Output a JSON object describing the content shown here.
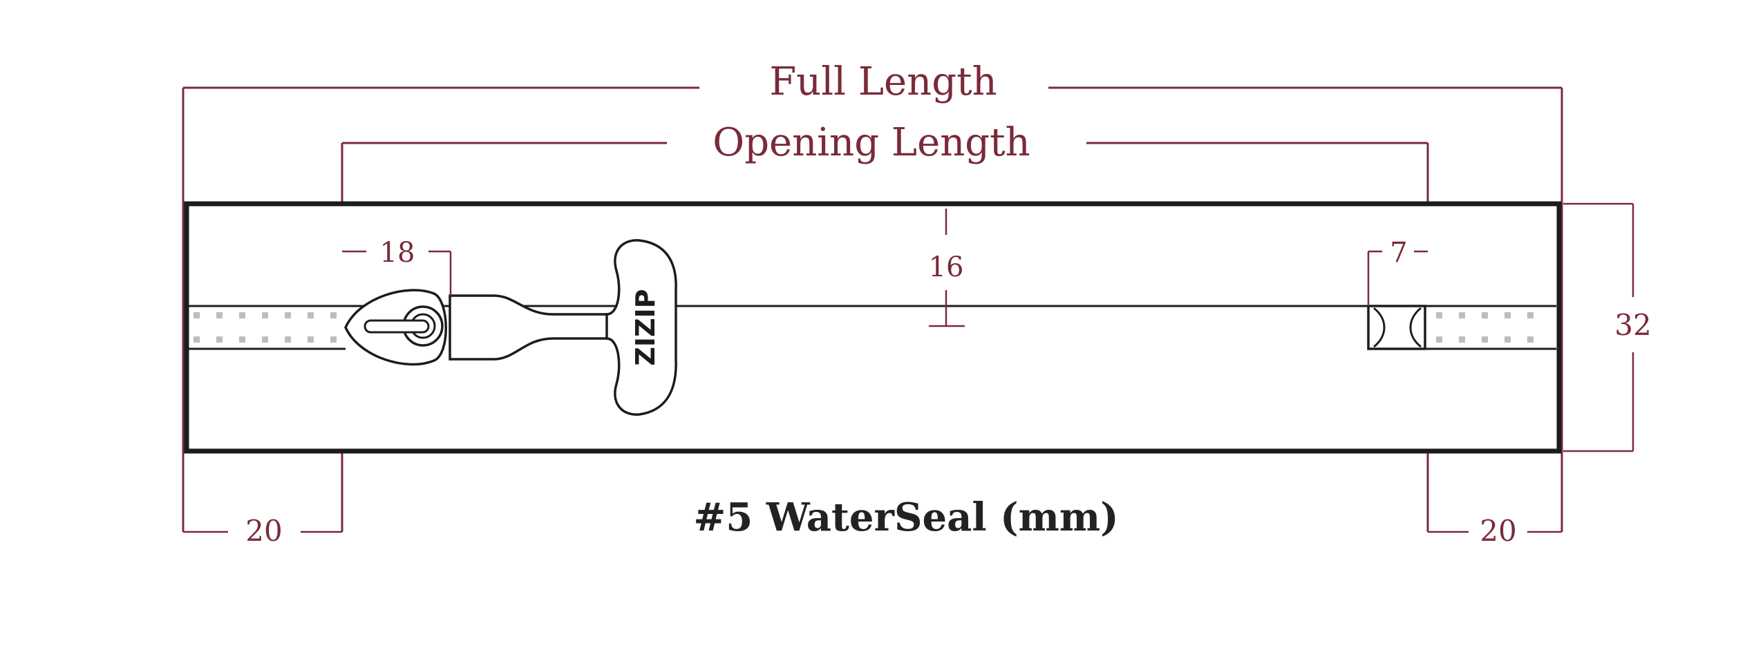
{
  "labels": {
    "full_length": "Full Length",
    "opening_length": "Opening Length",
    "caption": "#5 WaterSeal (mm)",
    "brand_on_pull": "ZIZIP"
  },
  "dimensions": {
    "left_end": "20",
    "right_end": "20",
    "slider_gap": "18",
    "stop_width": "7",
    "tape_center": "16",
    "total_height": "32"
  },
  "colors": {
    "dimension": "#7a2a3a",
    "outline": "#1c1c1c",
    "caption": "#222222"
  }
}
